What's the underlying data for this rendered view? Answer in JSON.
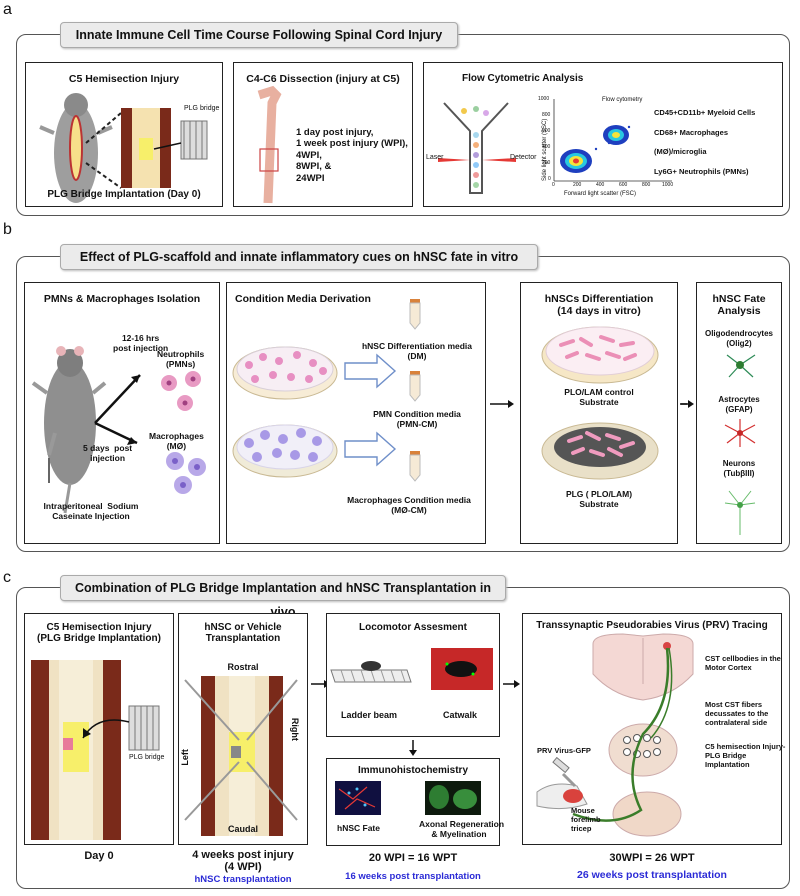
{
  "panel_labels": {
    "a": "a",
    "b": "b",
    "c": "c"
  },
  "panel_a": {
    "title": "Innate Immune Cell Time Course Following Spinal Cord Injury",
    "box1": {
      "title": "C5 Hemisection Injury",
      "bridge_label": "PLG bridge",
      "caption": "PLG Bridge Implantation (Day 0)"
    },
    "box2": {
      "title": "C4-C6 Dissection (injury at C5)",
      "timepoints": [
        "1 day post injury,",
        "1 week post injury (WPI),",
        "4WPI,",
        "8WPI, &",
        "24WPI"
      ]
    },
    "box3": {
      "title": "Flow Cytometric Analysis",
      "laser": "Laser",
      "detector": "Detector",
      "plot_title": "Flow cytometry",
      "ylabel": "Side light scatter (SSC)",
      "xlabel": "Forward light scatter (FSC)",
      "x_ticks": [
        "0",
        "200",
        "400",
        "600",
        "800",
        "1000"
      ],
      "y_ticks": [
        "0",
        "200",
        "400",
        "600",
        "800",
        "1000"
      ],
      "markers": [
        "CD45+CD11b+ Myeloid Cells",
        "CD68+ Macrophages (MØ)/microglia",
        "Ly6G+ Neutrophils (PMNs)"
      ]
    }
  },
  "panel_b": {
    "title": "Effect of PLG-scaffold and innate inflammatory cues on hNSC fate in vitro",
    "box1": {
      "title": "PMNs & Macrophages Isolation",
      "time1": "12-16 hrs\npost injection",
      "time2": "5 days  post\ninjection",
      "neutrophils": "Neutrophils\n(PMNs)",
      "macrophages": "Macrophages\n(MØ)",
      "caption": "Intraperitoneal  Sodium\nCaseinate Injection"
    },
    "box2": {
      "title": "Condition Media Derivation",
      "dm": "hNSC Differentiation media\n(DM)",
      "pmn": "PMN Condition media\n(PMN-CM)",
      "mo": "Macrophages Condition media\n(MØ-CM)"
    },
    "box3": {
      "title": "hNSCs Differentiation\n(14 days in vitro)",
      "sub1": "PLO/LAM control\nSubstrate",
      "sub2": "PLG ( PLO/LAM)\nSubstrate"
    },
    "box4": {
      "title": "hNSC Fate\nAnalysis",
      "fates": [
        "Oligodendrocytes\n(Olig2)",
        "Astrocytes\n(GFAP)",
        "Neurons\n(TubβIII)"
      ]
    }
  },
  "panel_c": {
    "title": "Combination of PLG Bridge Implantation and hNSC Transplantation in vivo",
    "box1": {
      "title": "C5 Hemisection Injury\n(PLG Bridge Implantation)",
      "bridge_label": "PLG bridge",
      "caption": "Day 0"
    },
    "box2": {
      "title": "hNSC or Vehicle\nTransplantation",
      "rostral": "Rostral",
      "caudal": "Caudal",
      "left": "Left",
      "right": "Right",
      "caption": "4 weeks post injury\n(4 WPI)",
      "caption_blue": "hNSC transplantation"
    },
    "box3": {
      "title": "Locomotor Assesment",
      "ladder": "Ladder beam",
      "catwalk": "Catwalk"
    },
    "box4": {
      "title": "Immunohistochemistry",
      "fate": "hNSC Fate",
      "axonal": "Axonal Regeneration\n& Myelination"
    },
    "mid_caption": "20 WPI = 16 WPT",
    "mid_caption_blue": "16 weeks post transplantation",
    "box5": {
      "title": "Transsynaptic Pseudorabies Virus (PRV) Tracing",
      "cst1": "CST cellbodies in the\nMotor Cortex",
      "cst2": "Most CST fibers\ndecussates to the\ncontralateral side",
      "c5": "C5 hemisection Injury-\nPLG Bridge\nImplantation",
      "prv": "PRV Virus-GFP",
      "mouse": "Mouse\nforelimb\ntricep"
    },
    "right_caption": "30WPI = 26 WPT",
    "right_caption_blue": "26 weeks post transplantation"
  },
  "colors": {
    "blue_text": "#2b2bd6",
    "arrow_blue_outline": "#6f8fc9",
    "neuron_green": "#2e7d32",
    "astro_red": "#d32f2f"
  }
}
